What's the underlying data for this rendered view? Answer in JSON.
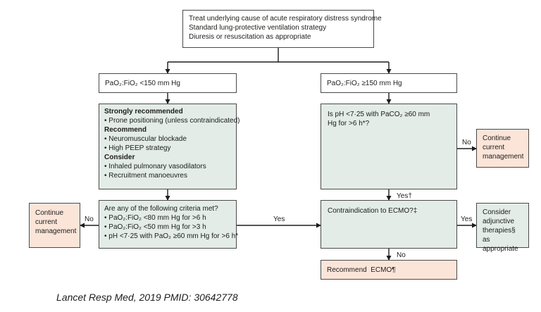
{
  "top_box": {
    "lines": [
      "Treat underlying cause of acute respiratory distress syndrome",
      "Standard lung-protective ventilation strategy",
      "Diuresis or resuscitation as appropriate"
    ]
  },
  "left_branch": {
    "condition": "PaO₂:FiO₂ <150 mm Hg",
    "interventions": {
      "strongly_recommended_heading": "Strongly recommended",
      "strongly_recommended": [
        "Prone positioning (unless contraindicated)"
      ],
      "recommend_heading": "Recommend",
      "recommend": [
        "Neuromuscular blockade",
        "High PEEP strategy"
      ],
      "consider_heading": "Consider",
      "consider": [
        "Inhaled pulmonary vasodilators",
        "Recruitment manoeuvres"
      ]
    },
    "criteria": {
      "question": "Are any of the following criteria met?",
      "items": [
        "PaO₂:FiO₂ <80 mm Hg for >6 h",
        "PaO₂:FiO₂ <50 mm Hg for >3 h",
        "pH <7·25 with PaO₂ ≥60 mm Hg for >6 h*"
      ]
    },
    "no_outcome": "Continue current management"
  },
  "right_branch": {
    "condition": "PaO₂:FiO₂ ≥150 mm Hg",
    "ph_question": "Is pH <7·25 with PaCO₂ ≥60 mm Hg for >6 h*?",
    "ph_no_outcome": "Continue current management",
    "contraindication_question": "Contraindication to ECMO?‡",
    "contraindication_yes_outcome": "Consider adjunctive therapies§ as appropriate",
    "recommend_ecmo": "Recommend  ECMO¶"
  },
  "arrow_labels": {
    "criteria_no": "No",
    "criteria_yes": "Yes",
    "ph_no": "No",
    "ph_yes": "Yes†",
    "contra_yes": "Yes",
    "contra_no": "No"
  },
  "citation": "Lancet Resp Med, 2019 PMID: 30642778"
}
